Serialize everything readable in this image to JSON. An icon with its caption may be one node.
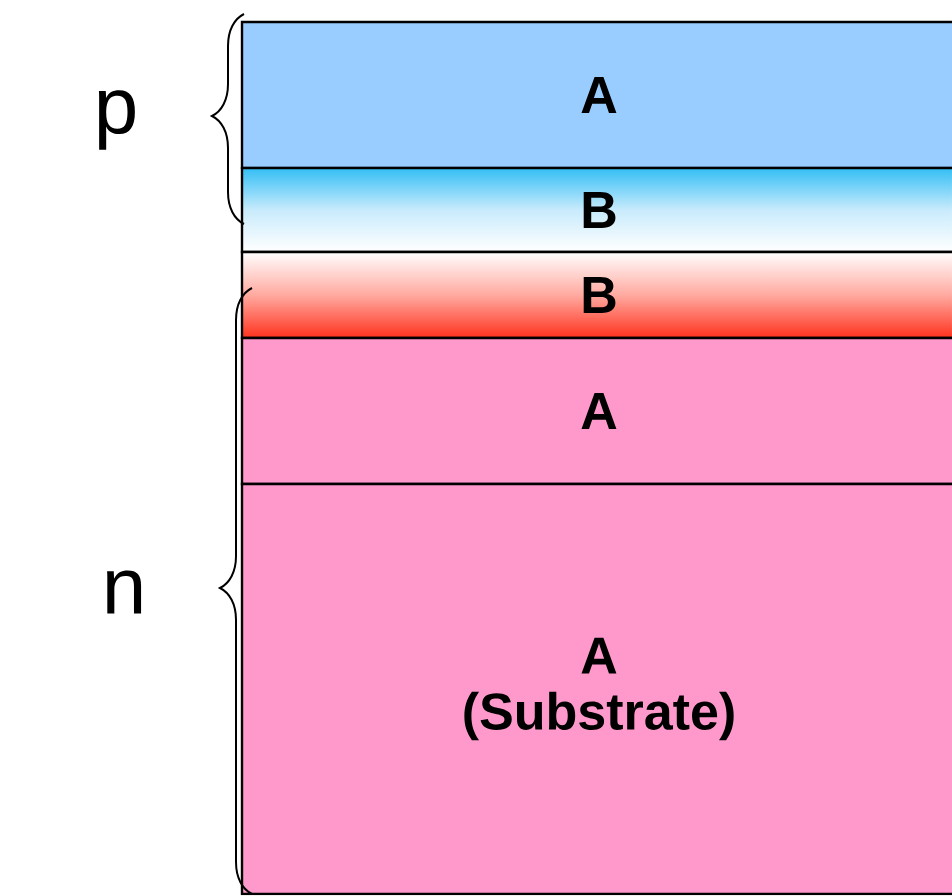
{
  "diagram": {
    "nodes": [
      {
        "text": [
          "A"
        ]
      },
      {
        "text": [
          "B"
        ]
      },
      {
        "text": [
          "B"
        ]
      },
      {
        "text": [
          "A"
        ]
      },
      {
        "text": [
          "A",
          "(Substrate)"
        ]
      }
    ],
    "labels": [
      "p",
      "n"
    ]
  }
}
